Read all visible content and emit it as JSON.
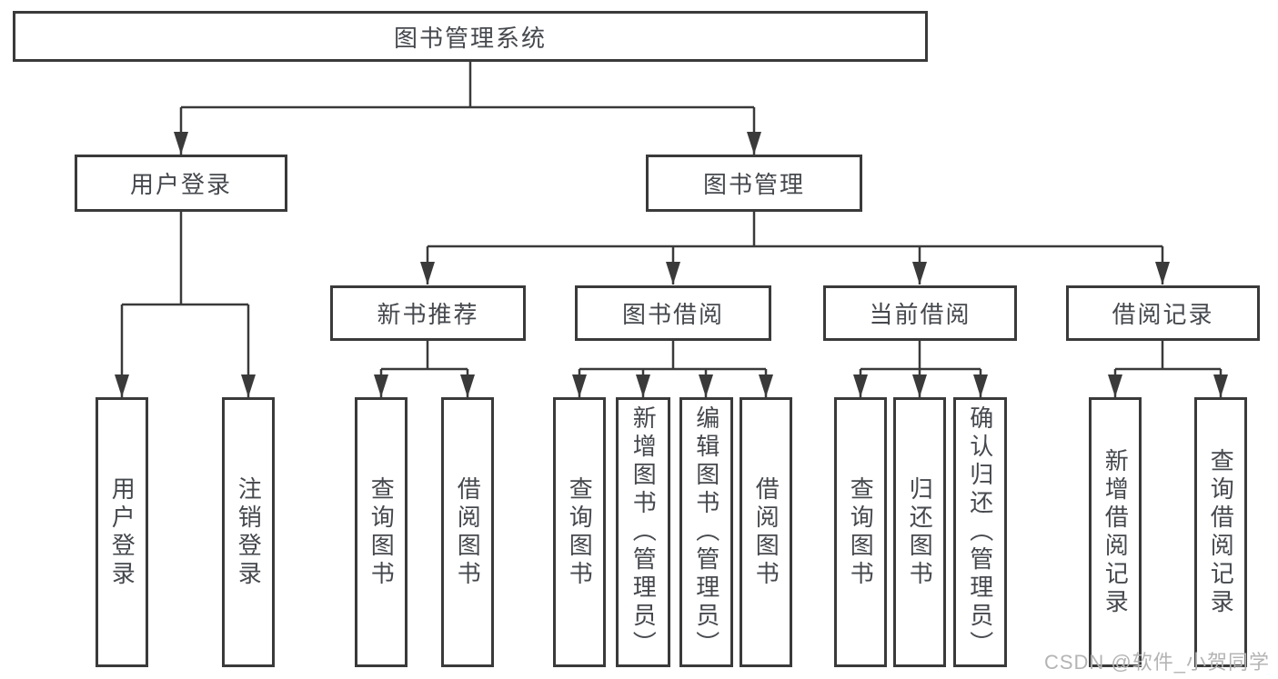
{
  "diagram": {
    "root": {
      "label": "图书管理系统"
    },
    "branches": [
      {
        "label": "用户登录",
        "children": [
          {
            "label": "用户登录"
          },
          {
            "label": "注销登录"
          }
        ]
      },
      {
        "label": "图书管理",
        "children": [
          {
            "label": "新书推荐",
            "children": [
              {
                "label": "查询图书"
              },
              {
                "label": "借阅图书"
              }
            ]
          },
          {
            "label": "图书借阅",
            "children": [
              {
                "label": "查询图书"
              },
              {
                "label": "新增图书（管理员）"
              },
              {
                "label": "编辑图书（管理员）"
              },
              {
                "label": "借阅图书"
              }
            ]
          },
          {
            "label": "当前借阅",
            "children": [
              {
                "label": "查询图书"
              },
              {
                "label": "归还图书"
              },
              {
                "label": "确认归还（管理员）"
              }
            ]
          },
          {
            "label": "借阅记录",
            "children": [
              {
                "label": "新增借阅记录"
              },
              {
                "label": "查询借阅记录"
              }
            ]
          }
        ]
      }
    ]
  },
  "colors": {
    "line": "#3a3a3a",
    "text": "#45484d",
    "watermark": "#b4b4b4"
  },
  "watermark": {
    "text": "CSDN @软件_小贺同学"
  }
}
